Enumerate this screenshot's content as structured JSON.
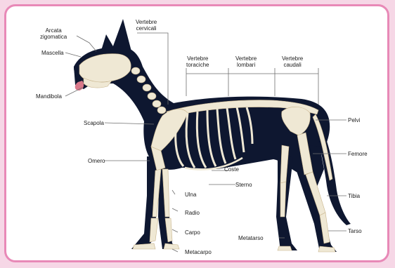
{
  "diagram": {
    "labels": {
      "arcata": "Arcata\nzigomatica",
      "mascella": "Mascella",
      "mandibola": "Mandibola",
      "cervicali": "Vertebre\ncervicali",
      "toraciche": "Vertebre\ntoraciche",
      "lombari": "Vertebre\nlombari",
      "caudali": "Vertebre\ncaudali",
      "scapola": "Scapola",
      "omero": "Omero",
      "coste": "Coste",
      "sterno": "Sterno",
      "ulna": "Ulna",
      "radio": "Radio",
      "carpo": "Carpo",
      "metacarpo": "Metacarpo",
      "pelvi": "Pelvi",
      "femore": "Femore",
      "tibia": "Tibia",
      "tarso": "Tarso",
      "metatarso": "Metatarso"
    },
    "colors": {
      "body": "#0e1730",
      "bone": "#efe8d4",
      "bone_shade": "#c8b48c",
      "leader_line": "#6f6f6f",
      "frame_border": "#e889b7",
      "background": "#f6d7e6"
    }
  }
}
